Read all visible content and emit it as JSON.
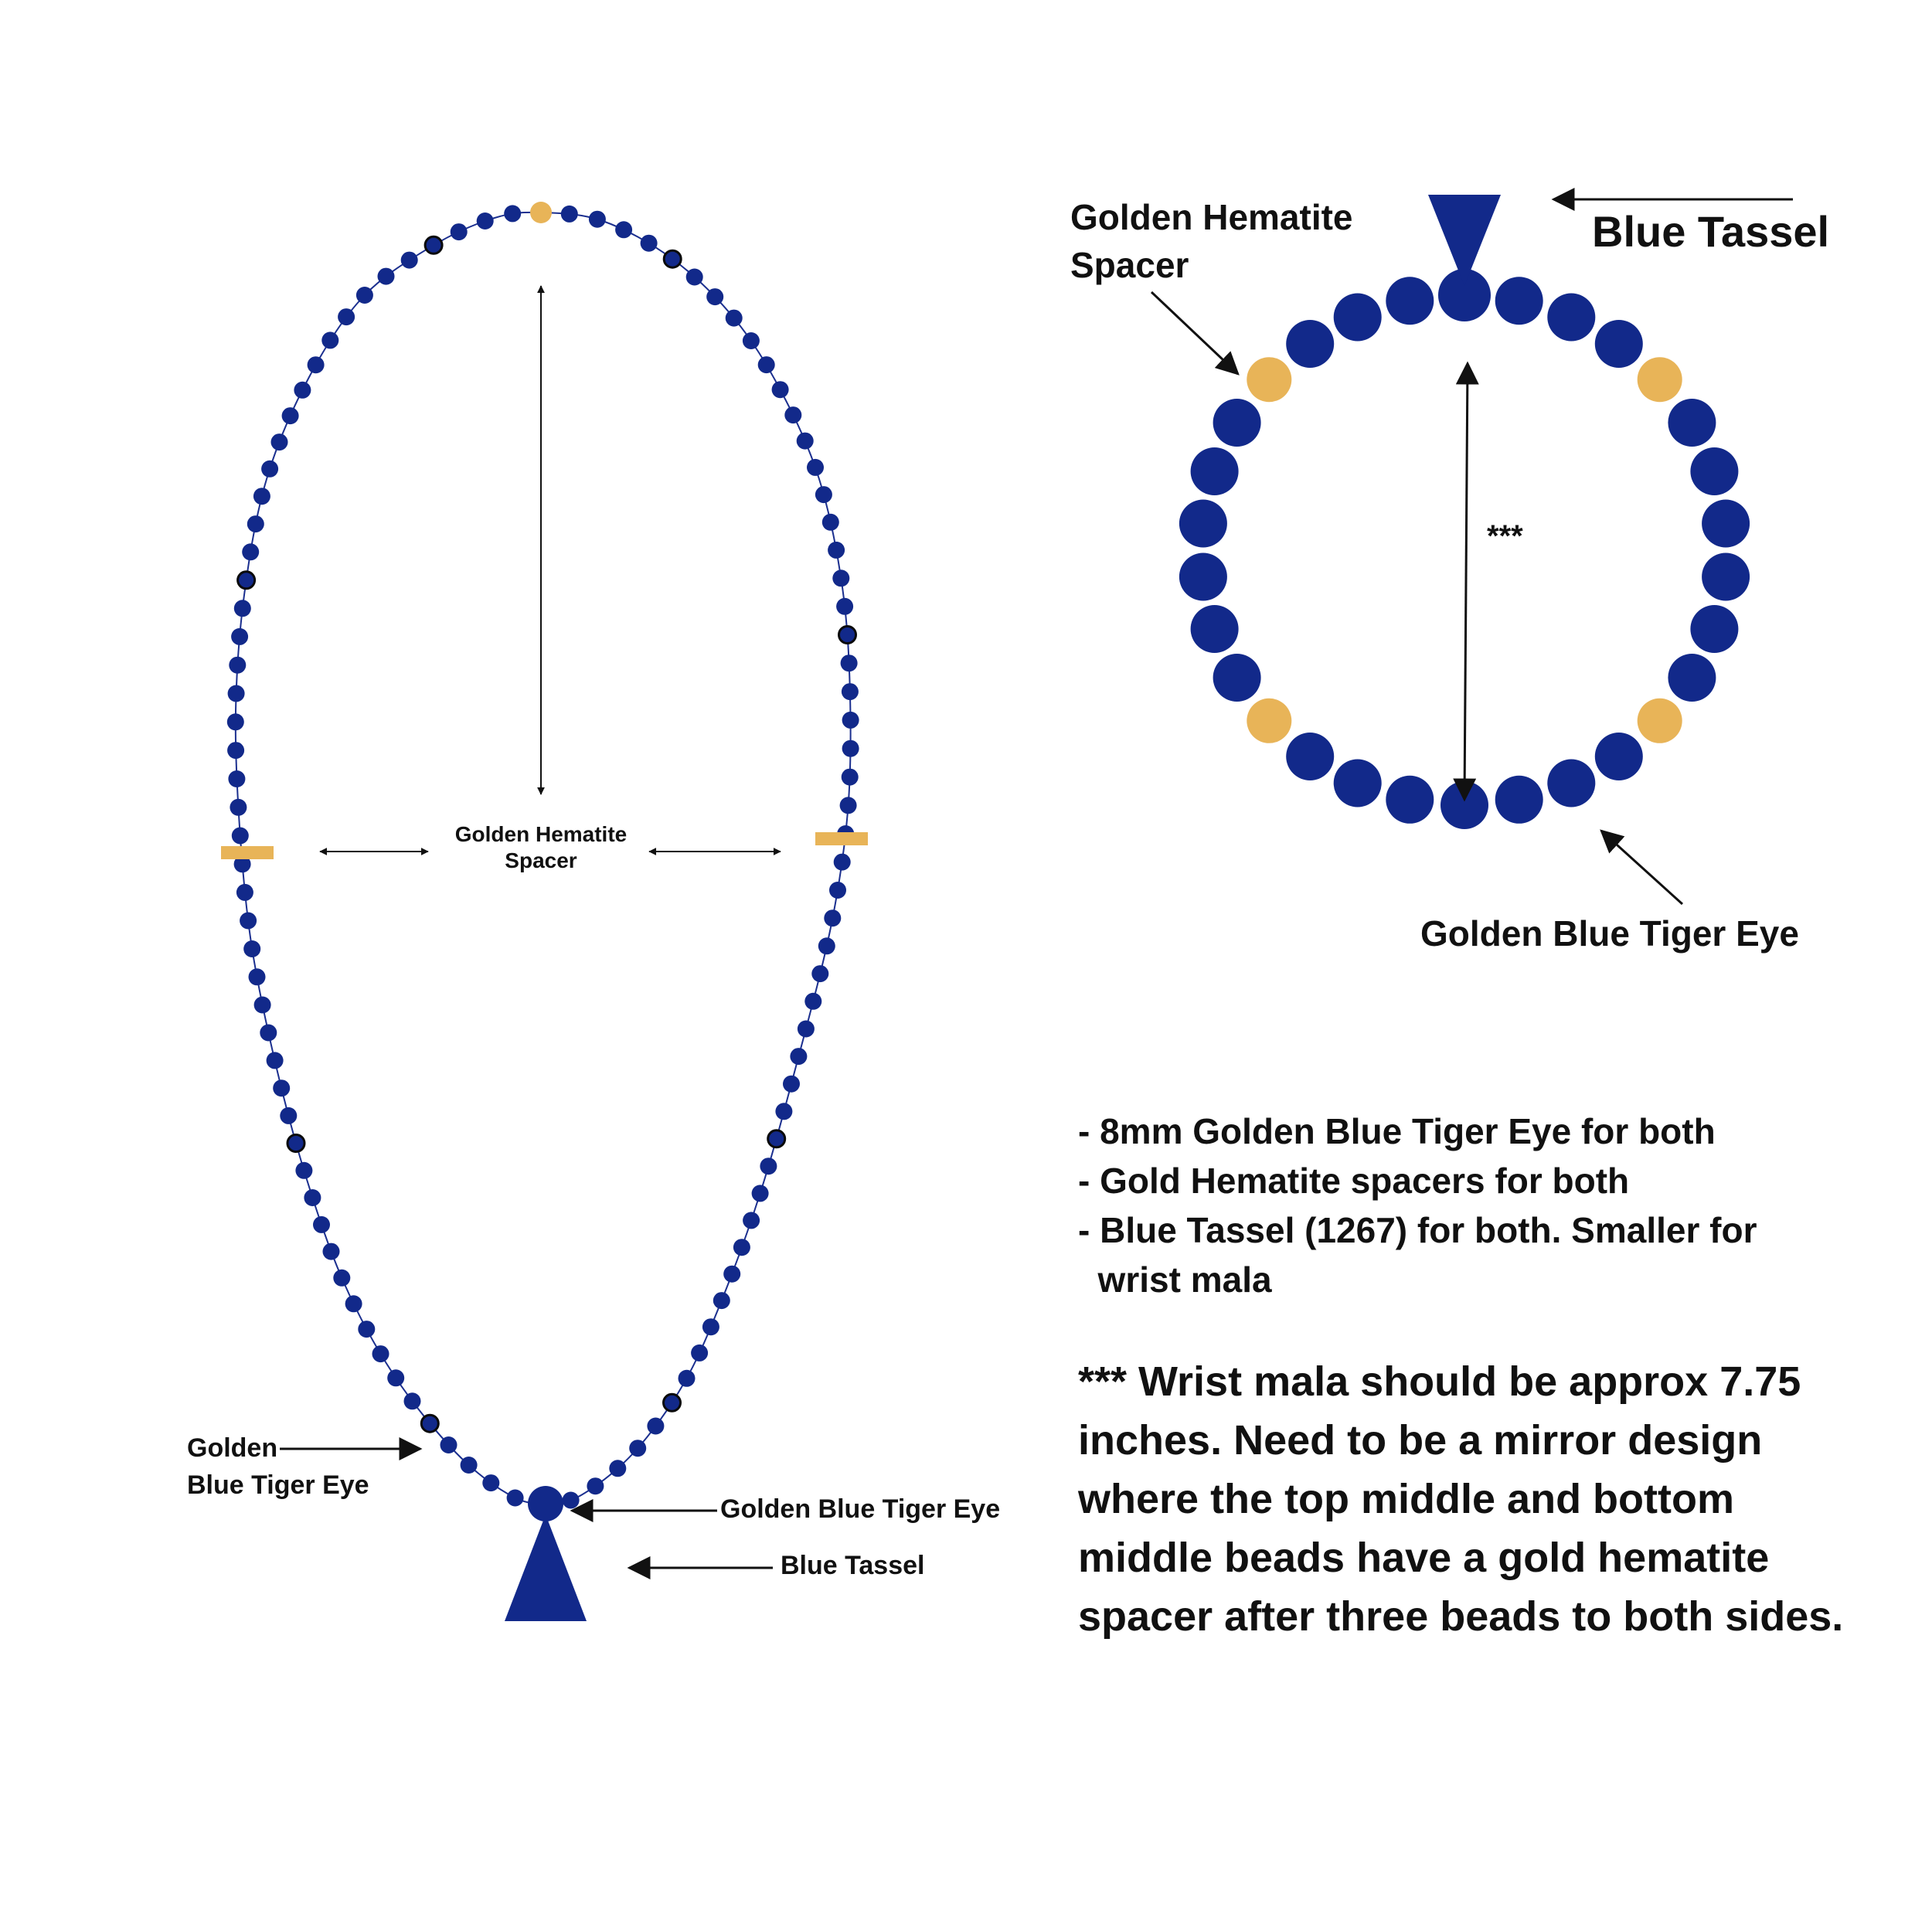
{
  "colors": {
    "bead_blue": "#12298a",
    "bead_dark_outline": "#0a0a0a",
    "spacer_gold": "#e8b458",
    "thread": "#1b2f8f",
    "arrow": "#111111",
    "text": "#111111",
    "background": "#ffffff"
  },
  "necklace": {
    "spacer_label": [
      "Golden Hematite",
      "Spacer"
    ],
    "left_bead_label": [
      "Golden",
      "Blue Tiger Eye"
    ],
    "guru_bead_label": "Golden Blue Tiger Eye",
    "tassel_label": "Blue Tassel"
  },
  "bracelet": {
    "spacer_label": [
      "Golden Hematite",
      "Spacer"
    ],
    "tassel_label": "Blue Tassel",
    "bead_label": "Golden Blue Tiger Eye",
    "length_marker": "***",
    "bead_count": 30,
    "spacer_positions": [
      4,
      11,
      19,
      26
    ]
  },
  "notes": {
    "items": [
      "- 8mm Golden Blue Tiger Eye for both",
      "- Gold Hematite spacers for both",
      "- Blue Tassel (1267) for both. Smaller for",
      "  wrist mala"
    ],
    "wrist_note": "*** Wrist mala should be approx 7.75 inches. Need to be a mirror design where the top middle and bottom middle beads have a gold hematite spacer after three beads to both sides."
  }
}
